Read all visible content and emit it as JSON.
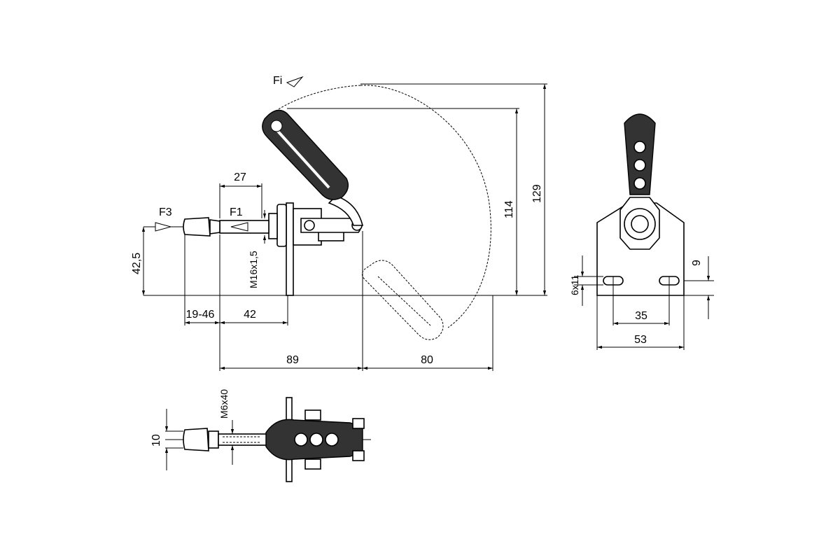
{
  "forces": {
    "fi": "Fi",
    "f1": "F1",
    "f3": "F3"
  },
  "side_view": {
    "dim_27": "27",
    "thread": "M16x1,5",
    "dim_42_5": "42,5",
    "dim_19_46": "19-46",
    "dim_42": "42",
    "dim_89": "89",
    "dim_80": "80",
    "dim_114": "114",
    "dim_129": "129"
  },
  "end_view": {
    "dim_9": "9",
    "slot": "6x11",
    "dim_35": "35",
    "dim_53": "53"
  },
  "top_view": {
    "dim_10": "10",
    "screw": "M6x40"
  }
}
